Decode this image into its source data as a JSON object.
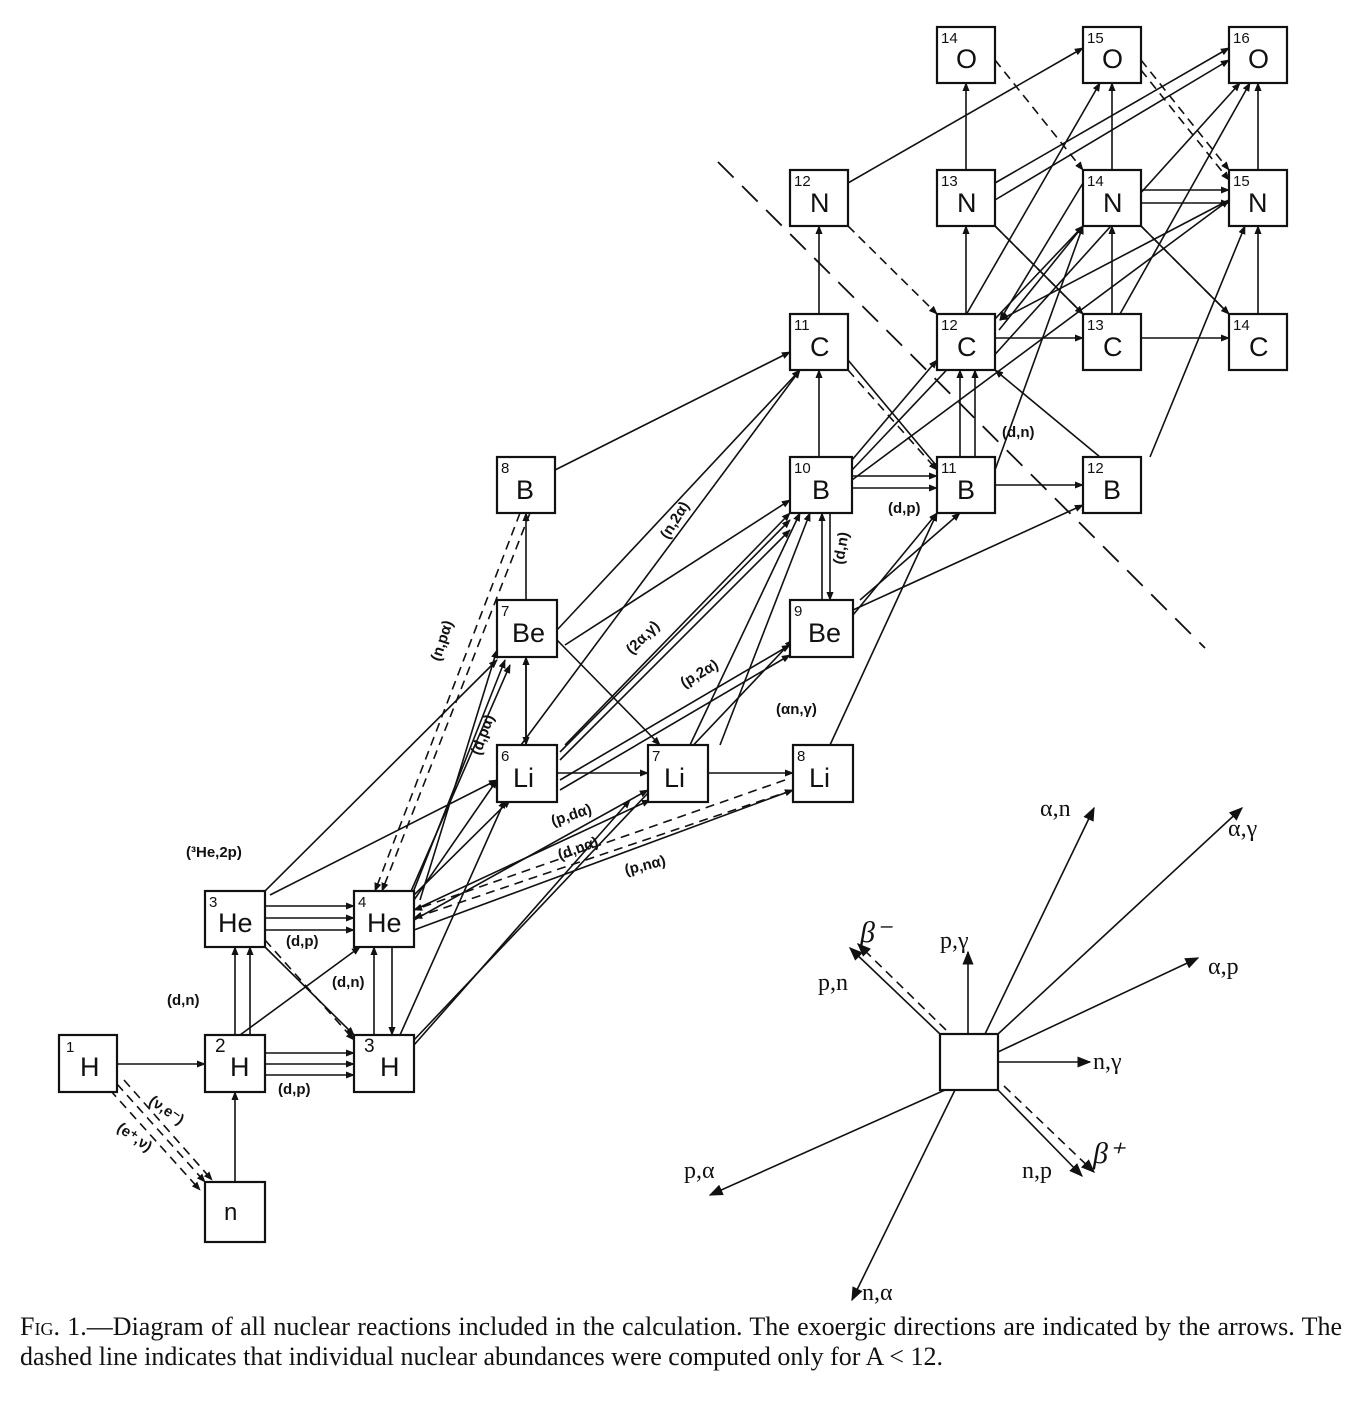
{
  "nuclides": [
    {
      "id": "O14",
      "mass": "14",
      "sym": "O"
    },
    {
      "id": "O15",
      "mass": "15",
      "sym": "O"
    },
    {
      "id": "O16",
      "mass": "16",
      "sym": "O"
    },
    {
      "id": "N12",
      "mass": "12",
      "sym": "N"
    },
    {
      "id": "N13",
      "mass": "13",
      "sym": "N"
    },
    {
      "id": "N14",
      "mass": "14",
      "sym": "N"
    },
    {
      "id": "N15",
      "mass": "15",
      "sym": "N"
    },
    {
      "id": "C11",
      "mass": "11",
      "sym": "C"
    },
    {
      "id": "C12",
      "mass": "12",
      "sym": "C"
    },
    {
      "id": "C13",
      "mass": "13",
      "sym": "C"
    },
    {
      "id": "C14",
      "mass": "14",
      "sym": "C"
    },
    {
      "id": "B8",
      "mass": "8",
      "sym": "B"
    },
    {
      "id": "B10",
      "mass": "10",
      "sym": "B"
    },
    {
      "id": "B11",
      "mass": "11",
      "sym": "B"
    },
    {
      "id": "B12",
      "mass": "12",
      "sym": "B"
    },
    {
      "id": "Be7",
      "mass": "7",
      "sym": "Be"
    },
    {
      "id": "Be9",
      "mass": "9",
      "sym": "Be"
    },
    {
      "id": "Li6",
      "mass": "6",
      "sym": "Li"
    },
    {
      "id": "Li7",
      "mass": "7",
      "sym": "Li"
    },
    {
      "id": "Li8",
      "mass": "8",
      "sym": "Li"
    },
    {
      "id": "He3",
      "mass": "3",
      "sym": "He"
    },
    {
      "id": "He4",
      "mass": "4",
      "sym": "He"
    },
    {
      "id": "H1",
      "mass": "1",
      "sym": "H"
    },
    {
      "id": "H2",
      "mass": "2",
      "sym": "H"
    },
    {
      "id": "H3",
      "mass": "3",
      "sym": "H"
    },
    {
      "id": "n",
      "mass": "",
      "sym": "n"
    }
  ],
  "reaction_labels": [
    "(n,2α)",
    "(n,pα)",
    "(2α,γ)",
    "(p,2α)",
    "(αn,γ)",
    "(d,pα)",
    "(p,dα)",
    "(d,nα)",
    "(p,nα)",
    "(³He,2p)",
    "(d,p)",
    "(d,n)",
    "(d,n)",
    "(d,p)",
    "(ν,e⁻)",
    "(e⁺,ν)",
    "(d,n)",
    "(d,p)",
    "(d,n)"
  ],
  "key": {
    "labels": [
      "α,n",
      "α,γ",
      "β⁻",
      "p,γ",
      "p,n",
      "α,p",
      "n,γ",
      "β⁺",
      "n,p",
      "p,α",
      "n,α"
    ]
  },
  "caption": {
    "fig": "Fig. 1.",
    "text": "—Diagram of all nuclear reactions included in the calculation. The exoergic directions are indicated by the arrows. The dashed line indicates that individual nuclear abundances were computed only for A < 12."
  }
}
